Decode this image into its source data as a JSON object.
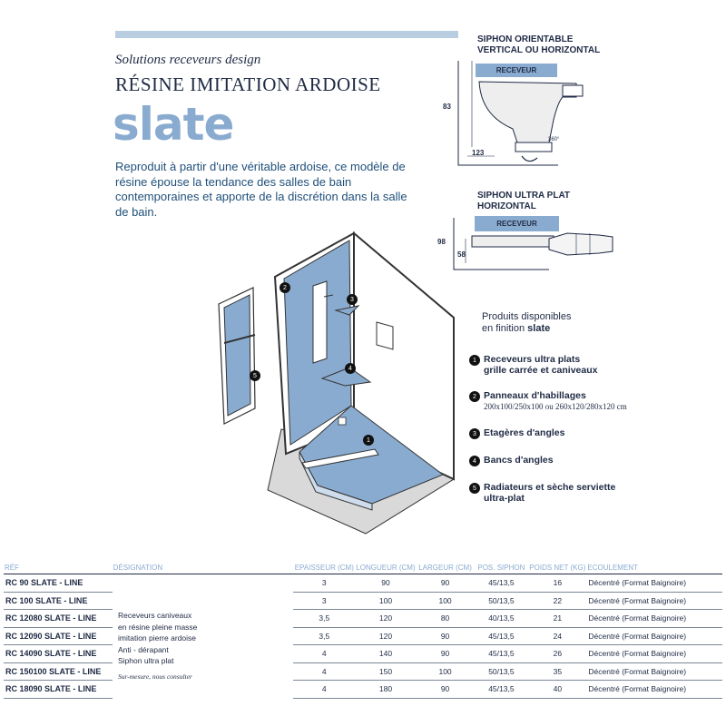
{
  "header": {
    "subtitle": "Solutions receveurs design",
    "title": "RÉSINE IMITATION ARDOISE",
    "brand": "slate",
    "description": "Reproduit à partir d'une véritable ardoise, ce modèle de résine épouse la tendance des salles de bain contemporaines et apporte de la discrétion dans la salle de bain."
  },
  "siphon1": {
    "title_line1": "SIPHON ORIENTABLE",
    "title_line2": "VERTICAL OU HORIZONTAL",
    "receveur": "RECEVEUR",
    "height": "83",
    "width": "123",
    "angle": "360°"
  },
  "siphon2": {
    "title_line1": "SIPHON ULTRA PLAT",
    "title_line2": "HORIZONTAL",
    "receveur": "RECEVEUR",
    "height_outer": "98",
    "height_inner": "58"
  },
  "availability": {
    "line1": "Produits disponibles",
    "line2_prefix": "en finition ",
    "line2_bold": "slate"
  },
  "products": [
    {
      "num": "1",
      "line1": "Receveurs ultra plats",
      "line2": "grille carrée et caniveaux",
      "sub": ""
    },
    {
      "num": "2",
      "line1": "Panneaux d'habillages",
      "line2": "",
      "sub": "200x100/250x100 ou 260x120/280x120 cm"
    },
    {
      "num": "3",
      "line1": "Etagères d'angles",
      "line2": "",
      "sub": ""
    },
    {
      "num": "4",
      "line1": "Bancs d'angles",
      "line2": "",
      "sub": ""
    },
    {
      "num": "5",
      "line1": "Radiateurs et sèche serviette",
      "line2": "ultra-plat",
      "sub": ""
    }
  ],
  "callouts": [
    "1",
    "2",
    "3",
    "4",
    "5"
  ],
  "table": {
    "headers": [
      "RÉF",
      "DÉSIGNATION",
      "EPAISSEUR (CM)",
      "LONGUEUR (CM)",
      "LARGEUR (CM)",
      "POS. SIPHON",
      "POIDS NET (KG)",
      "ECOULEMENT"
    ],
    "designation": [
      "Receveurs caniveaux",
      "en résine pleine masse",
      "imitation pierre ardoise",
      "Anti - dérapant",
      "Siphon ultra plat"
    ],
    "designation_note": "Sur-mesure, nous consulter",
    "rows": [
      {
        "ref": "RC 90 SLATE - LINE",
        "ep": "3",
        "lon": "90",
        "lar": "90",
        "pos": "45/13,5",
        "poids": "16",
        "ecoul": "Décentré (Format Baignoire)"
      },
      {
        "ref": "RC 100 SLATE - LINE",
        "ep": "3",
        "lon": "100",
        "lar": "100",
        "pos": "50/13,5",
        "poids": "22",
        "ecoul": "Décentré (Format Baignoire)"
      },
      {
        "ref": "RC 12080 SLATE - LINE",
        "ep": "3,5",
        "lon": "120",
        "lar": "80",
        "pos": "40/13,5",
        "poids": "21",
        "ecoul": "Décentré (Format Baignoire)"
      },
      {
        "ref": "RC 12090 SLATE - LINE",
        "ep": "3,5",
        "lon": "120",
        "lar": "90",
        "pos": "45/13,5",
        "poids": "24",
        "ecoul": "Décentré (Format Baignoire)"
      },
      {
        "ref": "RC 14090 SLATE - LINE",
        "ep": "4",
        "lon": "140",
        "lar": "90",
        "pos": "45/13,5",
        "poids": "26",
        "ecoul": "Décentré (Format Baignoire)"
      },
      {
        "ref": "RC 150100 SLATE - LINE",
        "ep": "4",
        "lon": "150",
        "lar": "100",
        "pos": "50/13,5",
        "poids": "35",
        "ecoul": "Décentré (Format Baignoire)"
      },
      {
        "ref": "RC 18090 SLATE - LINE",
        "ep": "4",
        "lon": "180",
        "lar": "90",
        "pos": "45/13,5",
        "poids": "40",
        "ecoul": "Décentré (Format Baignoire)"
      }
    ]
  },
  "colors": {
    "accent": "#8aabd0",
    "ink": "#1f2a44",
    "text_blue": "#1f4f7a",
    "slate_blue": "#8aabd0",
    "floor_gray": "#d9d9d9"
  }
}
